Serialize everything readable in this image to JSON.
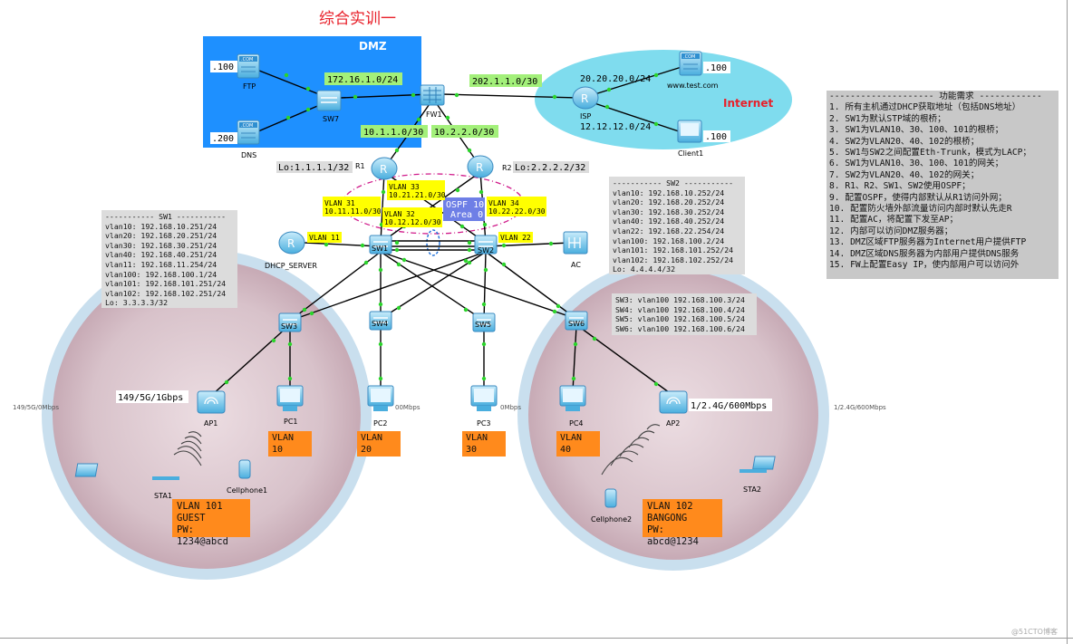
{
  "title": "综合实训一",
  "zones": {
    "dmz": "DMZ",
    "internet": "Internet"
  },
  "nets": {
    "dmz_net": "172.16.1.0/24",
    "wan_net": "202.1.1.0/30",
    "isp_net1": "20.20.20.0/24",
    "isp_net2": "12.12.12.0/24",
    "fw_r1": "10.1.1.0/30",
    "fw_r2": "10.2.2.0/30"
  },
  "loopbacks": {
    "r1": "Lo:1.1.1.1/32",
    "r2": "Lo:2.2.2.2/32"
  },
  "addr_tags": {
    "ftp": ".100",
    "dns": ".200",
    "www": ".100",
    "client": ".100"
  },
  "devices": {
    "ftp": "FTP",
    "dns": "DNS",
    "sw7": "SW7",
    "fw1": "FW1",
    "isp": "ISP",
    "www": "www.test.com",
    "client1": "Client1",
    "r1": "R1",
    "r2": "R2",
    "sw1": "SW1",
    "sw2": "SW2",
    "sw3": "SW3",
    "sw4": "SW4",
    "sw5": "SW5",
    "sw6": "SW6",
    "dhcp": "DHCP_SERVER",
    "ac": "AC",
    "ap1": "AP1",
    "ap2": "AP2",
    "pc1": "PC1",
    "pc2": "PC2",
    "pc3": "PC3",
    "pc4": "PC4",
    "sta1": "STA1",
    "sta2": "STA2",
    "cell1": "Cellphone1",
    "cell2": "Cellphone2"
  },
  "ospf": {
    "line1": "OSPF 10",
    "line2": "Area 0"
  },
  "link_vlans": {
    "v31": [
      "VLAN 31",
      "10.11.11.0/30"
    ],
    "v32": [
      "VLAN 32",
      "10.12.12.0/30"
    ],
    "v33": [
      "VLAN 33",
      "10.21.21.0/30"
    ],
    "v34": [
      "VLAN 34",
      "10.22.22.0/30"
    ],
    "v11": "VLAN 11",
    "v22": "VLAN 22"
  },
  "sw1_panel": [
    "----------- SW1 -----------",
    "vlan10: 192.168.10.251/24",
    "vlan20: 192.168.20.251/24",
    "vlan30: 192.168.30.251/24",
    "vlan40: 192.168.40.251/24",
    "vlan11: 192.168.11.254/24",
    "vlan100: 192.168.100.1/24",
    "vlan101: 192.168.101.251/24",
    "vlan102: 192.168.102.251/24",
    "Lo: 3.3.3.3/32"
  ],
  "sw2_panel": [
    "----------- SW2 -----------",
    "vlan10: 192.168.10.252/24",
    "vlan20: 192.168.20.252/24",
    "vlan30: 192.168.30.252/24",
    "vlan40: 192.168.40.252/24",
    "vlan22: 192.168.22.254/24",
    "vlan100: 192.168.100.2/24",
    "vlan101: 192.168.101.252/24",
    "vlan102: 192.168.102.252/24",
    "Lo: 4.4.4.4/32"
  ],
  "access_panel": [
    "SW3: vlan100 192.168.100.3/24",
    "SW4: vlan100 192.168.100.4/24",
    "SW5: vlan100 192.168.100.5/24",
    "SW6: vlan100 192.168.100.6/24"
  ],
  "requirements": [
    "-------------------- 功能需求 ------------",
    "1. 所有主机通过DHCP获取地址（包括DNS地址）",
    "2. SW1为默认STP域的根桥；",
    "3. SW1为VLAN10、30、100、101的根桥；",
    "4. SW2为VLAN20、40、102的根桥；",
    "5. SW1与SW2之间配置Eth-Trunk，模式为LACP；",
    "6. SW1为VLAN10、30、100、101的网关；",
    "7. SW2为VLAN20、40、102的网关；",
    "8. R1、R2、SW1、SW2使用OSPF；",
    "9. 配置OSPF，使得内部默认从R1访问外网；",
    "10. 配置防火墙外部流量访问内部时默认先走R",
    "11. 配置AC，将配置下发至AP；",
    "12. 内部可以访问DMZ服务器；",
    "13. DMZ区域FTP服务器为Internet用户提供FTP",
    "14. DMZ区域DNS服务器为内部用户提供DNS服务",
    "15. FW上配置Easy IP，使内部用户可以访问外"
  ],
  "vlan_tags": {
    "pc1": "VLAN 10",
    "pc2": "VLAN 20",
    "pc3": "VLAN 30",
    "pc4": "VLAN 40"
  },
  "wlan": {
    "ap1_rate": "149/5G/1Gbps",
    "ap2_rate": "1/2.4G/600Mbps",
    "left_small": "149/5G/0Mbps",
    "right_small": "1/2.4G/600Mbps",
    "pc2_small": "00Mbps",
    "pc3_small": "0Mbps"
  },
  "ssid": {
    "guest": [
      "VLAN 101",
      "GUEST",
      "PW: 1234@abcd"
    ],
    "bangong": [
      "VLAN 102",
      "BANGONG",
      "PW: abcd@1234"
    ]
  },
  "watermark": "@51CTO博客"
}
